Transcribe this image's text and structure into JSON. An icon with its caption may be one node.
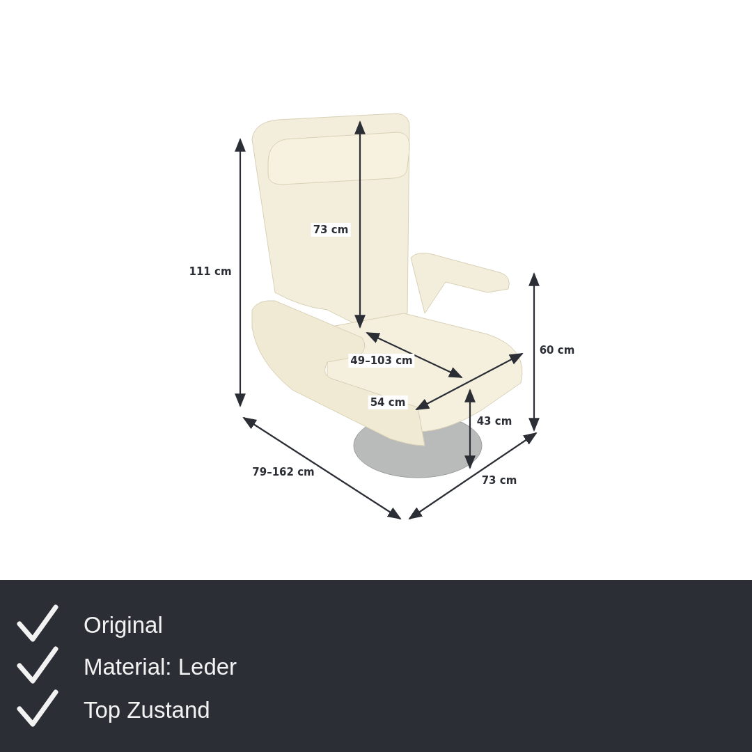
{
  "diagram": {
    "labels": [
      "73 cm",
      "111 cm",
      "60 cm",
      "49–103 cm",
      "54 cm",
      "43 cm",
      "79–162 cm",
      "73 cm",
      "Original",
      "Material: Leder",
      "Top Zustand"
    ]
  }
}
